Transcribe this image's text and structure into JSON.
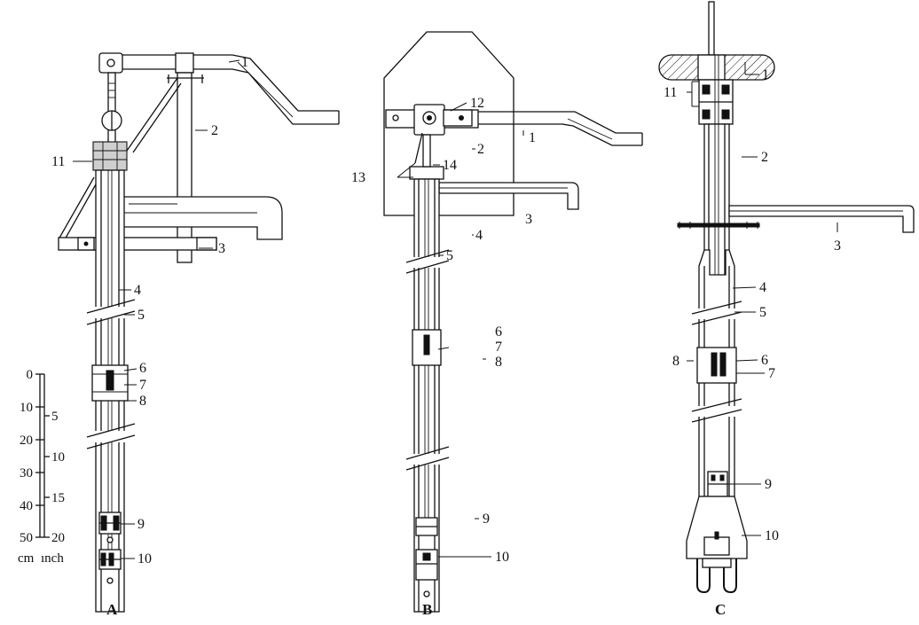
{
  "panels": {
    "A": {
      "title": "A",
      "callouts": [
        "1",
        "2",
        "3",
        "4",
        "5",
        "6",
        "7",
        "8",
        "9",
        "10",
        "11"
      ]
    },
    "B": {
      "title": "B",
      "callouts": [
        "1",
        "2",
        "3",
        "4",
        "5",
        "6",
        "7",
        "8",
        "9",
        "10",
        "12",
        "13",
        "14"
      ]
    },
    "C": {
      "title": "C",
      "callouts": [
        "1",
        "2",
        "3",
        "4",
        "5",
        "6",
        "7",
        "8",
        "9",
        "10",
        "11"
      ]
    }
  },
  "scale": {
    "cm_ticks": [
      "0",
      "10",
      "20",
      "30",
      "40",
      "50"
    ],
    "inch_ticks": [
      "5",
      "10",
      "15",
      "20"
    ],
    "cm_unit": "cm",
    "inch_unit": "ınch"
  }
}
